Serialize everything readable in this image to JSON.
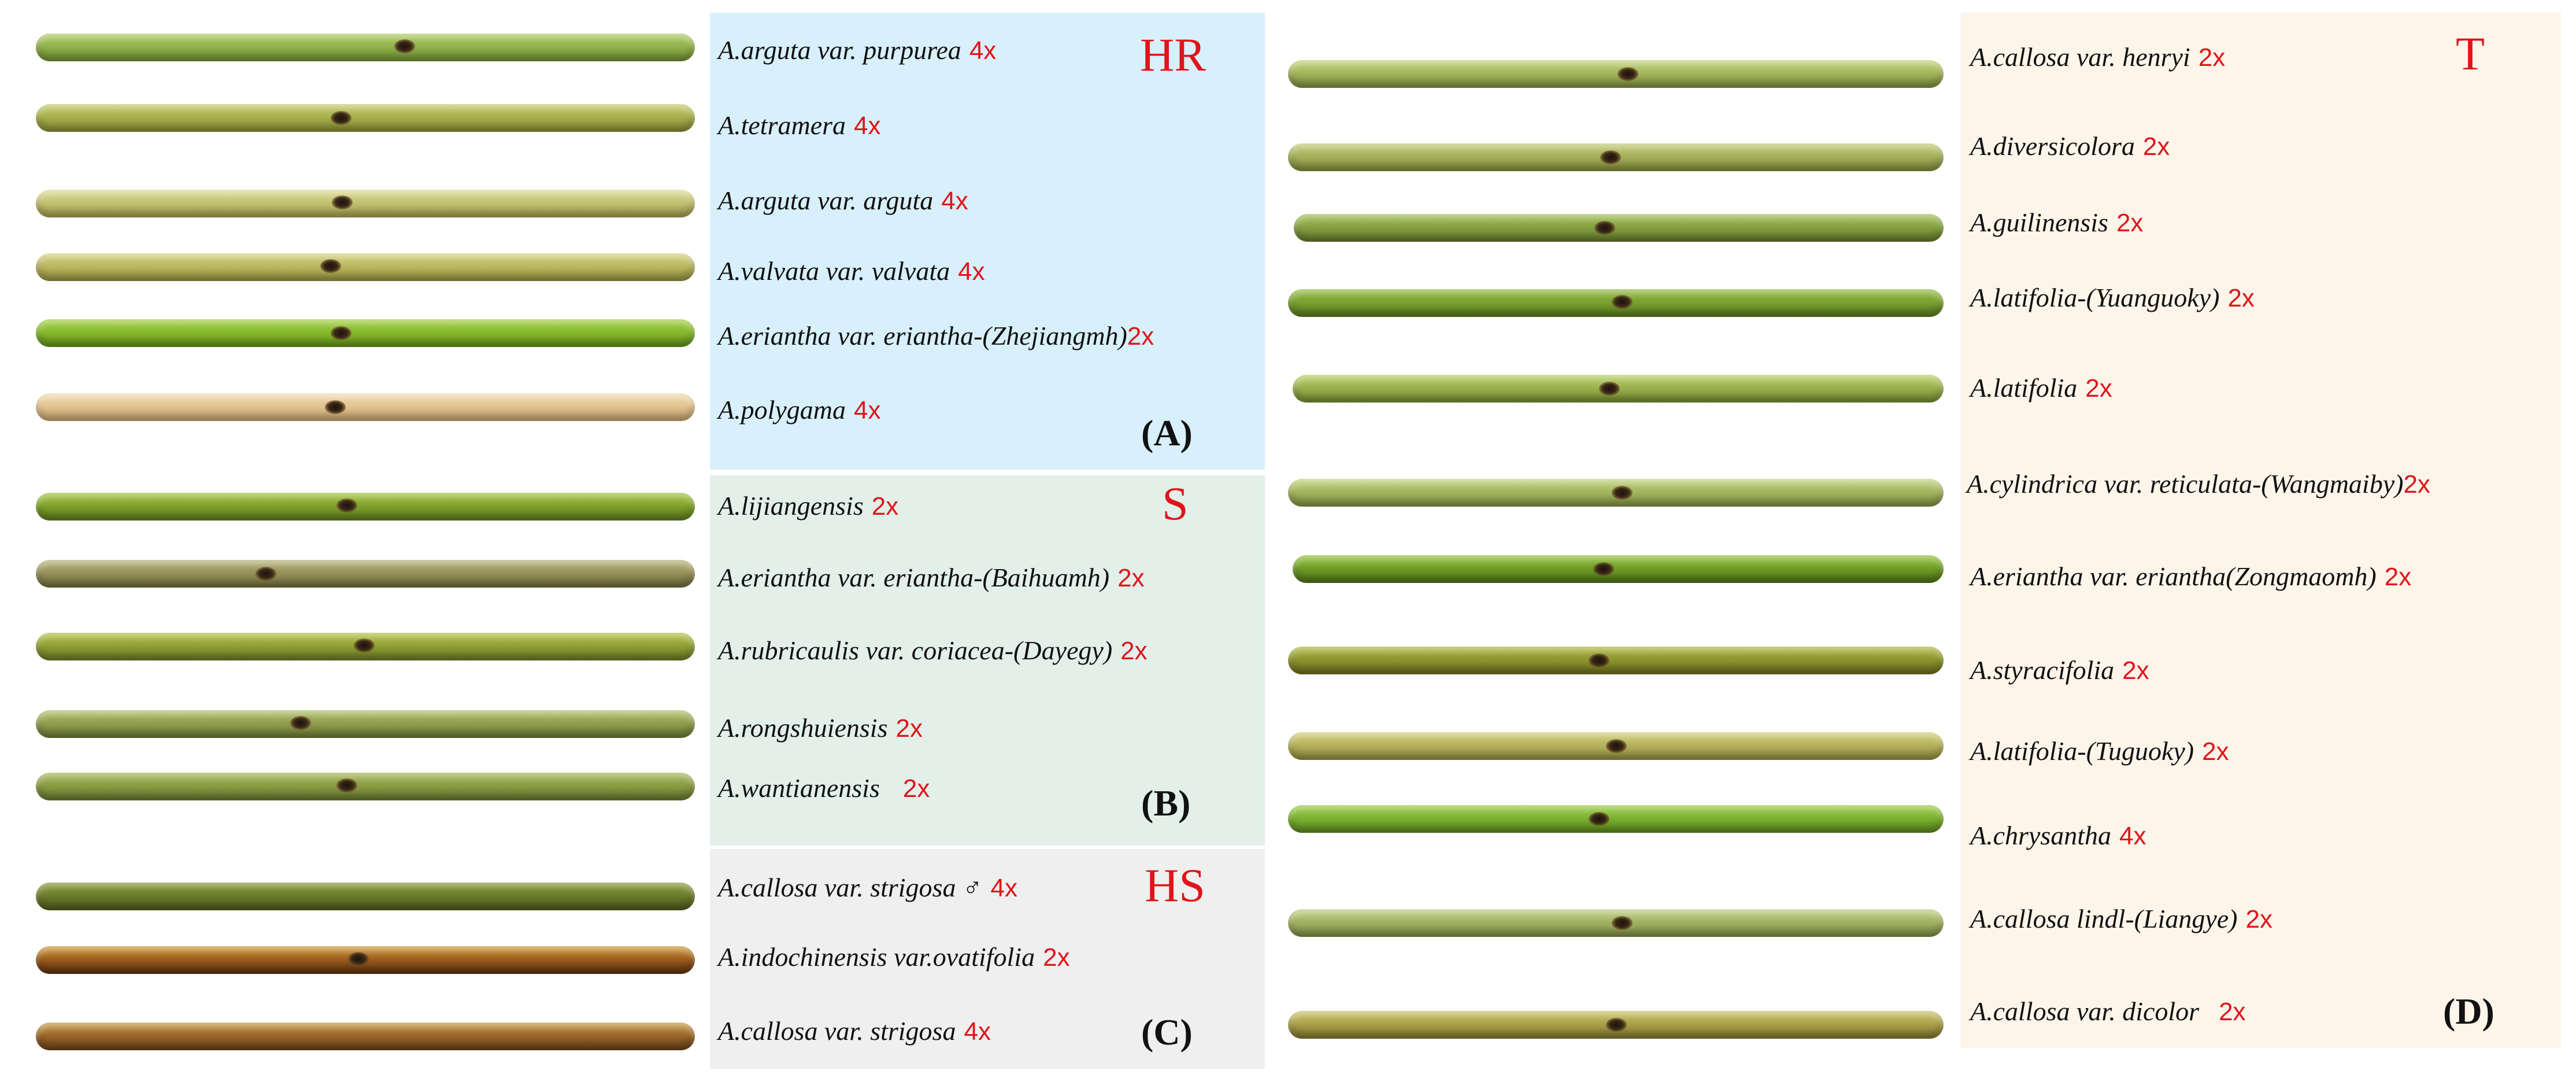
{
  "panels": [
    {
      "id": "A",
      "category": "HR",
      "label": "(A)",
      "bg": "#d8f0fb",
      "rows": [
        {
          "name": "A.arguta var. purpurea",
          "ploidy": "4x"
        },
        {
          "name": "A.tetramera",
          "ploidy": "4x"
        },
        {
          "name": "A.arguta var. arguta",
          "ploidy": "4x"
        },
        {
          "name": "A.valvata var. valvata",
          "ploidy": "4x"
        },
        {
          "name": "A.eriantha var. eriantha-(Zhejiangmh)",
          "ploidy": "2x"
        },
        {
          "name": "A.polygama",
          "ploidy": "4x"
        }
      ]
    },
    {
      "id": "B",
      "category": "S",
      "label": "(B)",
      "bg": "#e3f0ea",
      "rows": [
        {
          "name": "A.lijiangensis",
          "ploidy": "2x"
        },
        {
          "name": "A.eriantha var. eriantha-(Baihuamh)",
          "ploidy": "2x"
        },
        {
          "name": "A.rubricaulis var. coriacea-(Dayegy)",
          "ploidy": "2x"
        },
        {
          "name": "A.rongshuiensis",
          "ploidy": "2x"
        },
        {
          "name": "A.wantianensis",
          "ploidy": "2x"
        }
      ]
    },
    {
      "id": "C",
      "category": "HS",
      "label": "(C)",
      "bg": "#efefef",
      "rows": [
        {
          "name": "A.callosa var. strigosa ♂",
          "ploidy": "4x"
        },
        {
          "name": "A.indochinensis var.ovatifolia",
          "ploidy": "2x"
        },
        {
          "name": "A.callosa var. strigosa",
          "ploidy": "4x"
        }
      ]
    },
    {
      "id": "D",
      "category": "T",
      "label": "(D)",
      "bg": "#fdf5ea",
      "rows": [
        {
          "name": "A.callosa var. henryi",
          "ploidy": "2x"
        },
        {
          "name": "A.diversicolora",
          "ploidy": "2x"
        },
        {
          "name": "A.guilinensis",
          "ploidy": "2x"
        },
        {
          "name": "A.latifolia-(Yuanguoky)",
          "ploidy": "2x"
        },
        {
          "name": "A.latifolia",
          "ploidy": "2x"
        },
        {
          "name": "A.cylindrica var. reticulata-(Wangmaiby)",
          "ploidy": "2x"
        },
        {
          "name": "A.eriantha var. eriantha(Zongmaomh)",
          "ploidy": "2x"
        },
        {
          "name": "A.styracifolia",
          "ploidy": "2x"
        },
        {
          "name": "A.latifolia-(Tuguoky)",
          "ploidy": "2x"
        },
        {
          "name": "A.chrysantha",
          "ploidy": "4x"
        },
        {
          "name": "A.callosa lindl-(Liangye)",
          "ploidy": "2x"
        },
        {
          "name": "A.callosa var. dicolor",
          "ploidy": "2x"
        }
      ]
    }
  ],
  "colors": {
    "category_text": "#e0141a",
    "ploidy_text": "#e0141a",
    "stem_green": "#9cc24a",
    "stem_yellow": "#c9c66a",
    "stem_tan": "#e3c89a",
    "stem_brown": "#8a5a22"
  }
}
